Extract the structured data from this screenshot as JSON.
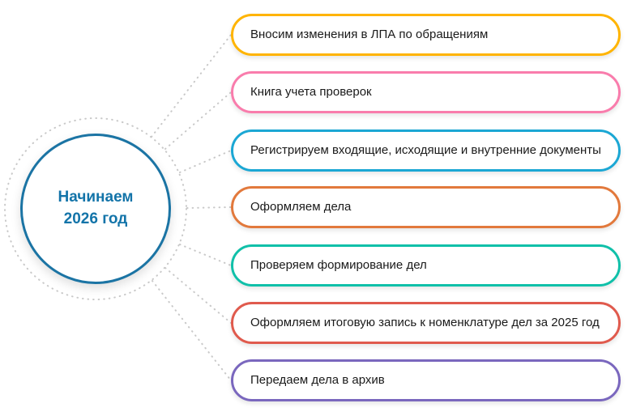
{
  "diagram": {
    "title": "Начинаем 2026 год",
    "center": {
      "lines": [
        "Начинаем",
        "2026 год"
      ],
      "text_color": "#1374a9",
      "border_color": "#1b74a4"
    },
    "connector_color": "#c9c9c9",
    "items": [
      {
        "label": "Вносим изменения в ЛПА по обращениям",
        "color": "#ffb400"
      },
      {
        "label": "Книга учета проверок",
        "color": "#f97cac"
      },
      {
        "label": "Регистрируем входящие, исходящие и внутренние документы",
        "color": "#1ba7d4"
      },
      {
        "label": "Оформляем дела",
        "color": "#e2793c"
      },
      {
        "label": "Проверяем формирование дел",
        "color": "#10c0a9"
      },
      {
        "label": "Оформляем итоговую запись к номенклатуре дел за 2025 год",
        "color": "#e05a4d"
      },
      {
        "label": "Передаем дела в архив",
        "color": "#7a67be"
      }
    ]
  }
}
